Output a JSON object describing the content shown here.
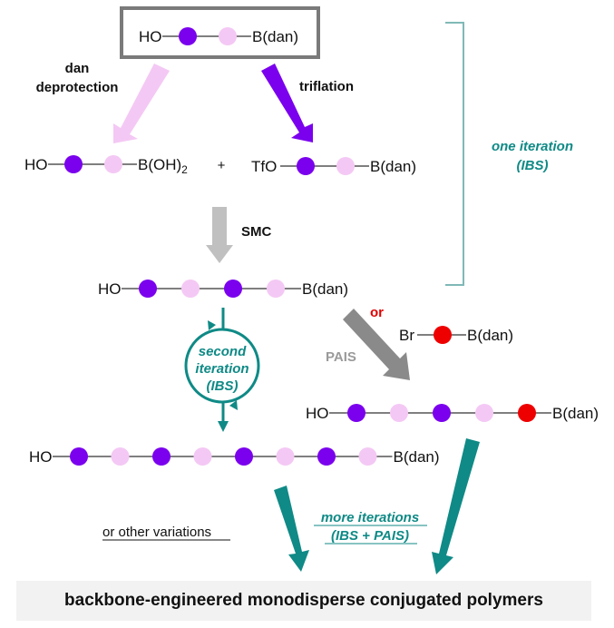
{
  "colors": {
    "dark_purple": "#7a00ee",
    "light_pink": "#f4c8f4",
    "red": "#ee0000",
    "teal": "#0f8a86",
    "gray_arrow": "#c0c0c0",
    "dark_gray_arrow": "#8a8a8a",
    "box_border": "#7a7a7a",
    "footer_bg": "#f2f2f2"
  },
  "start_molecule": {
    "left": "HO",
    "units": [
      "dark",
      "light"
    ],
    "right": "B(dan)"
  },
  "steps": {
    "deprotection_line1": "dan",
    "deprotection_line2": "deprotection",
    "triflation": "triflation",
    "smc": "SMC",
    "or": "or",
    "pais": "PAIS"
  },
  "reactants": {
    "boronic_acid": {
      "left": "HO",
      "units": [
        "dark",
        "light"
      ],
      "right_main": "B(OH)",
      "right_sub": "2"
    },
    "plus": "+",
    "triflate": {
      "left": "TfO",
      "units": [
        "dark",
        "light"
      ],
      "right": "B(dan)"
    }
  },
  "dimer_product": {
    "left": "HO",
    "units": [
      "dark",
      "light",
      "dark",
      "light"
    ],
    "right": "B(dan)"
  },
  "bromo_monomer": {
    "left": "Br",
    "units": [
      "red"
    ],
    "right": "B(dan)"
  },
  "pais_product": {
    "left": "HO",
    "units": [
      "dark",
      "light",
      "dark",
      "light",
      "red"
    ],
    "right": "B(dan)"
  },
  "tetramer_product": {
    "left": "HO",
    "units": [
      "dark",
      "light",
      "dark",
      "light",
      "dark",
      "light",
      "dark",
      "light"
    ],
    "right": "B(dan)"
  },
  "bracket_label": {
    "line1": "one iteration",
    "line2": "(IBS)"
  },
  "cycle_label": {
    "line1": "second",
    "line2": "iteration",
    "line3": "(IBS)"
  },
  "other_variations": "or other variations",
  "more_iterations": {
    "line1": "more iterations",
    "line2": "(IBS + PAIS)"
  },
  "footer": "backbone-engineered monodisperse conjugated polymers"
}
